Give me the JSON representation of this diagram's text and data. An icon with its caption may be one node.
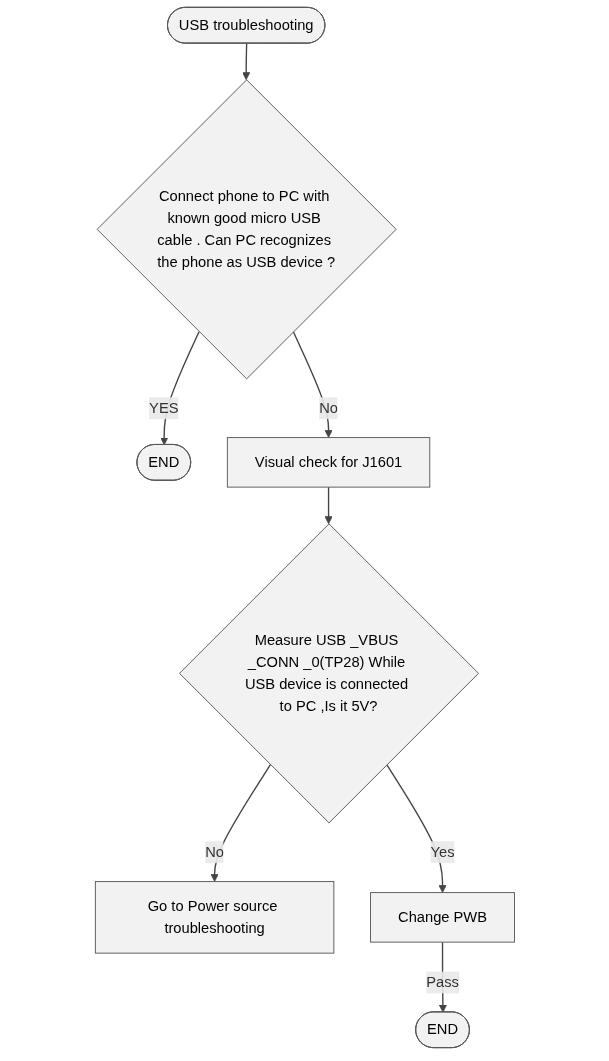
{
  "diagram": {
    "nodes": [
      {
        "text": [
          "USB troubleshooting"
        ]
      },
      {
        "text": [
          "Connect phone to PC with known good micro USB cable . Can PC recognizes the phone as USB device ?"
        ]
      },
      {
        "text": [
          "END"
        ]
      },
      {
        "text": [
          "Visual check for J1601"
        ]
      },
      {
        "text": [
          "Measure USB _VBUS _CONN _0(TP28) While USB device is connected to PC ,Is it 5V?"
        ]
      },
      {
        "text": [
          "Go to Power source troubleshooting"
        ]
      },
      {
        "text": [
          "Change PWB"
        ]
      },
      {
        "text": [
          "END"
        ]
      }
    ],
    "edges": [
      {
        "from": 0,
        "to": 1,
        "arrow": "to"
      },
      {
        "from": 1,
        "to": 2,
        "arrow": "to",
        "label": "YES"
      },
      {
        "from": 1,
        "to": 3,
        "arrow": "to",
        "label": "No"
      },
      {
        "from": 3,
        "to": 4,
        "arrow": "to"
      },
      {
        "from": 4,
        "to": 5,
        "arrow": "to",
        "label": "No"
      },
      {
        "from": 4,
        "to": 6,
        "arrow": "to",
        "label": "Yes"
      },
      {
        "from": 6,
        "to": 7,
        "arrow": "to",
        "label": "Pass"
      }
    ]
  }
}
